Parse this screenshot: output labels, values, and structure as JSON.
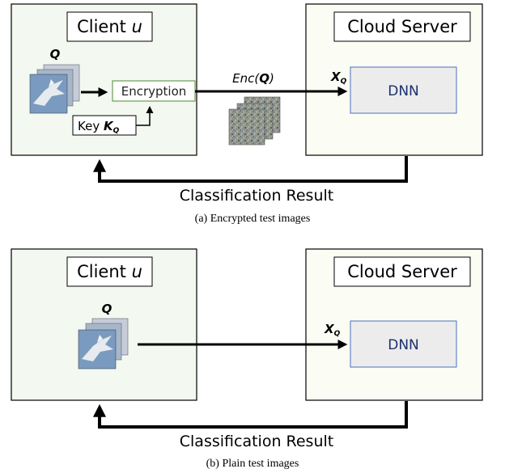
{
  "panel_a": {
    "client_prefix": "Client ",
    "client_var": "u",
    "server_title": "Cloud Server",
    "images_label": "Q",
    "encryption_label": "Encryption",
    "key_prefix": "Key ",
    "key_var": "K",
    "key_sub": "Q",
    "enc_prefix": "Enc(",
    "enc_var": "Q",
    "enc_suffix": ")",
    "x_var": "X",
    "x_sub": "Q",
    "dnn_label": "DNN",
    "result_label": "Classification Result",
    "caption": "(a) Encrypted test images"
  },
  "panel_b": {
    "client_prefix": "Client ",
    "client_var": "u",
    "server_title": "Cloud Server",
    "images_label": "Q",
    "x_var": "X",
    "x_sub": "Q",
    "dnn_label": "DNN",
    "result_label": "Classification Result",
    "caption": "(b) Plain test images"
  },
  "colors": {
    "client_fill": "#f3f8f1",
    "server_fill": "#fbfdf4",
    "dnn_fill": "#ececec",
    "dnn_stroke": "#4a6fc0",
    "dnn_text": "#1b2f6e",
    "encryption_stroke": "#4f8a2e",
    "arrow": "#000000"
  }
}
